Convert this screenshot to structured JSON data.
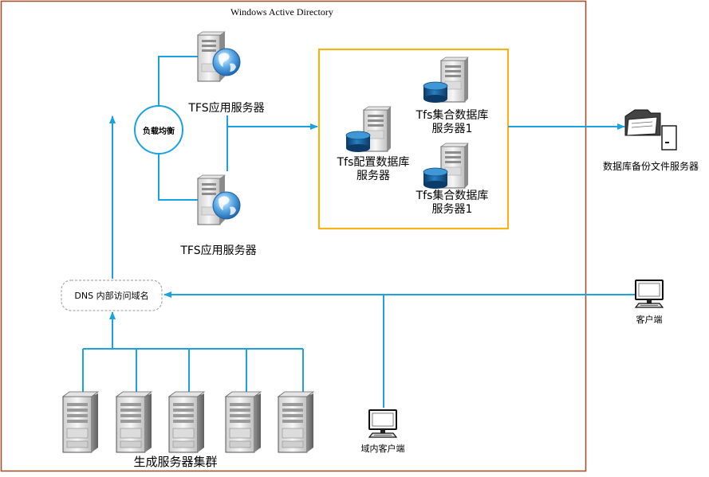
{
  "diagram": {
    "title": "Windows Active Directory",
    "load_balancer": "负载均衡",
    "app_server_top": "TFS应用服务器",
    "app_server_bottom": "TFS应用服务器",
    "config_db_line1": "Tfs配置数据库",
    "config_db_line2": "服务器",
    "collection_db1_line1": "Tfs集合数据库",
    "collection_db1_line2": "服务器1",
    "collection_db2_line1": "Tfs集合数据库",
    "collection_db2_line2": "服务器1",
    "backup_server": "数据库备份文件服务器",
    "dns": "DNS 内部访问域名",
    "client": "客户端",
    "domain_client": "域内客户端",
    "build_cluster": "生成服务器集群"
  },
  "colors": {
    "frame": "#a0522d",
    "connector": "#1aa3e0",
    "db_group_border": "#f2b418"
  }
}
